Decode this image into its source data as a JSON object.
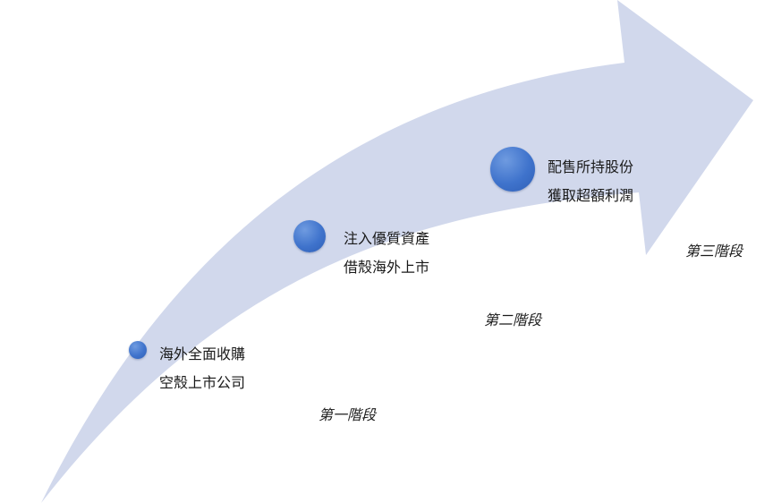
{
  "arrow": {
    "fill": "#d1d8ec"
  },
  "steps": [
    {
      "line1": "海外全面收購",
      "line2": "空殼上市公司"
    },
    {
      "line1": "注入優質資產",
      "line2": "借殼海外上市"
    },
    {
      "line1": "配售所持股份",
      "line2": "獲取超額利潤"
    }
  ],
  "stages": [
    "第一階段",
    "第二階段",
    "第三階段"
  ],
  "dot_color": "#3f73cc"
}
